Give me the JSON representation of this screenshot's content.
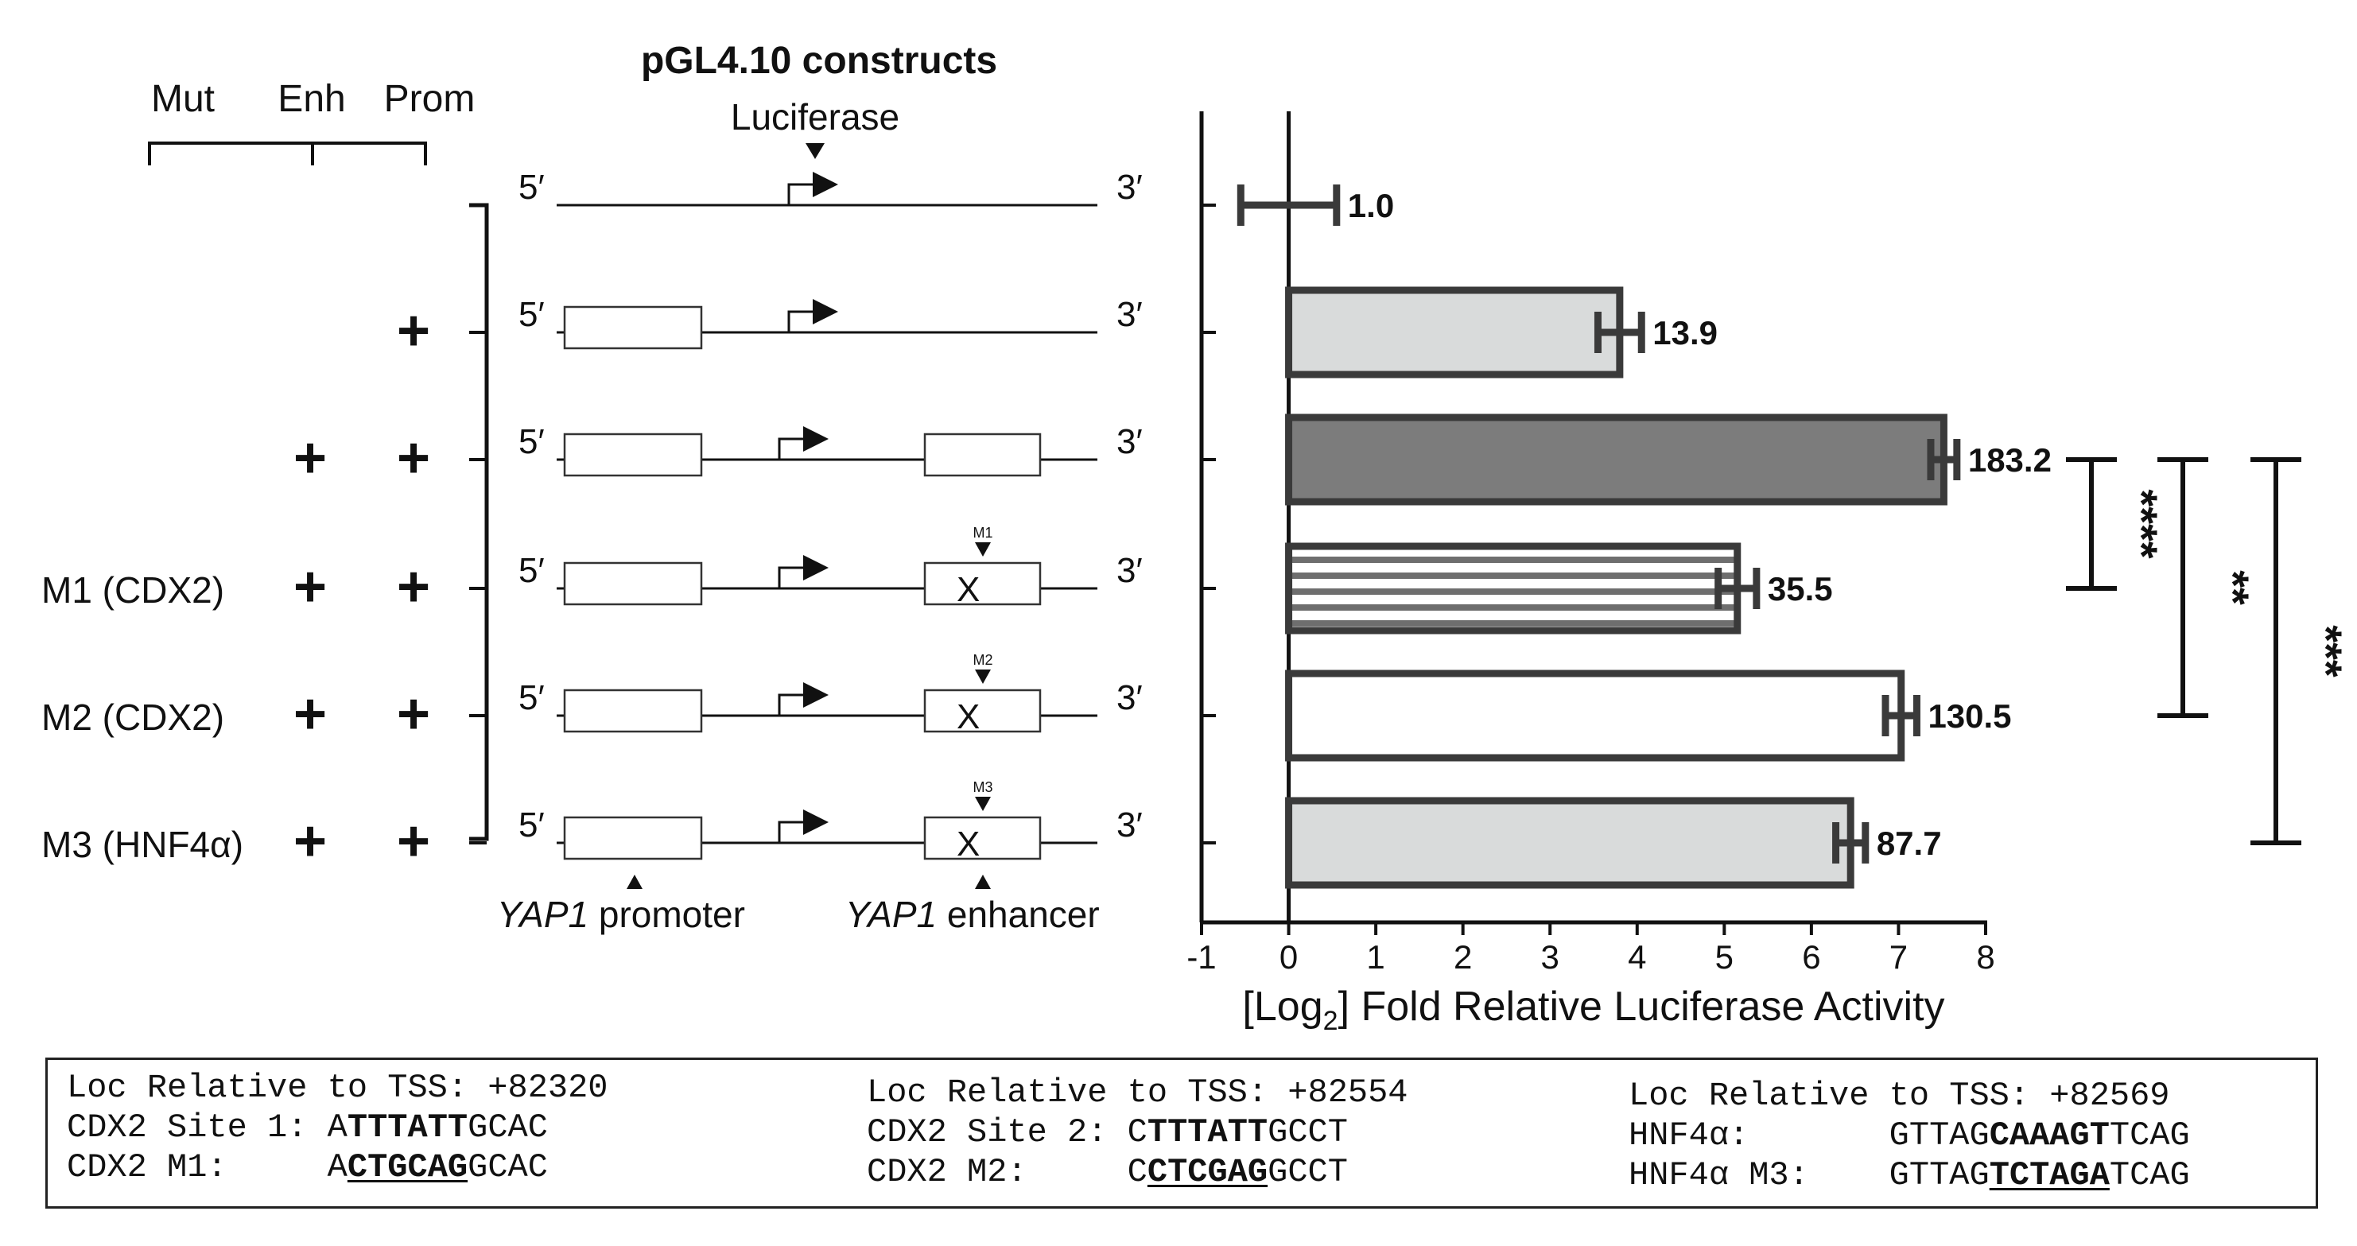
{
  "panel": {
    "constructs_title": "pGL4.10 constructs",
    "luciferase_label": "Luciferase",
    "col_headers": [
      "Mut",
      "Enh",
      "Prom"
    ],
    "five_prime": "5′",
    "three_prime": "3′",
    "promoter_label_italic": "YAP1",
    "promoter_label_rest": " promoter",
    "enhancer_label_italic": "YAP1",
    "enhancer_label_rest": " enhancer",
    "mutation_mark": "X",
    "rows": [
      {
        "mut": "",
        "enh": "",
        "prom": "",
        "promoter": false,
        "enhancer": false,
        "site": ""
      },
      {
        "mut": "",
        "enh": "",
        "prom": "+",
        "promoter": true,
        "enhancer": false,
        "site": ""
      },
      {
        "mut": "",
        "enh": "+",
        "prom": "+",
        "promoter": true,
        "enhancer": true,
        "site": ""
      },
      {
        "mut": "M1 (CDX2)",
        "enh": "+",
        "prom": "+",
        "promoter": true,
        "enhancer": true,
        "site": "M1"
      },
      {
        "mut": "M2 (CDX2)",
        "enh": "+",
        "prom": "+",
        "promoter": true,
        "enhancer": true,
        "site": "M2"
      },
      {
        "mut": "M3 (HNF4α)",
        "enh": "+",
        "prom": "+",
        "promoter": true,
        "enhancer": true,
        "site": "M3"
      }
    ]
  },
  "chart_data": {
    "type": "bar",
    "orientation": "horizontal",
    "xlabel_prefix": "[Log",
    "xlabel_sub": "2",
    "xlabel_suffix": "] Fold Relative Luciferase Activity",
    "xlim": [
      -1,
      8
    ],
    "xticks": [
      -1,
      0,
      1,
      2,
      3,
      4,
      5,
      6,
      7,
      8
    ],
    "bars": [
      {
        "log2": 0.0,
        "err": 0.55,
        "label": "1.0",
        "fill": "none",
        "pattern": "none"
      },
      {
        "log2": 3.8,
        "err": 0.25,
        "label": "13.9",
        "fill": "#d9dbdb",
        "pattern": "none"
      },
      {
        "log2": 7.52,
        "err": 0.15,
        "label": "183.2",
        "fill": "#7c7c7c",
        "pattern": "none"
      },
      {
        "log2": 5.15,
        "err": 0.22,
        "label": "35.5",
        "fill": "#ffffff",
        "pattern": "hstripes"
      },
      {
        "log2": 7.03,
        "err": 0.18,
        "label": "130.5",
        "fill": "#ffffff",
        "pattern": "none"
      },
      {
        "log2": 6.45,
        "err": 0.17,
        "label": "87.7",
        "fill": "#d9dbdb",
        "pattern": "none"
      }
    ],
    "significance": [
      {
        "from": 2,
        "to": 3,
        "label": "****"
      },
      {
        "from": 2,
        "to": 4,
        "label": "**"
      },
      {
        "from": 2,
        "to": 5,
        "label": "***"
      }
    ],
    "colors": {
      "bar_edge": "#3a3a3a",
      "axis": "#111111"
    }
  },
  "sequences": [
    {
      "lines": [
        {
          "parts": [
            {
              "t": "Loc Relative to TSS: +82320",
              "s": ""
            }
          ]
        },
        {
          "parts": [
            {
              "t": "CDX2 Site 1: ",
              "s": ""
            },
            {
              "t": "A",
              "s": ""
            },
            {
              "t": "TTTATT",
              "s": "b"
            },
            {
              "t": "GCAC",
              "s": ""
            }
          ]
        },
        {
          "parts": [
            {
              "t": "CDX2 M1:     ",
              "s": ""
            },
            {
              "t": "A",
              "s": ""
            },
            {
              "t": "CTGCAG",
              "s": "u"
            },
            {
              "t": "GCAC",
              "s": ""
            }
          ]
        }
      ]
    },
    {
      "lines": [
        {
          "parts": [
            {
              "t": "Loc Relative to TSS: +82554",
              "s": ""
            }
          ]
        },
        {
          "parts": [
            {
              "t": "CDX2 Site 2: ",
              "s": ""
            },
            {
              "t": "C",
              "s": ""
            },
            {
              "t": "TTTATT",
              "s": "b"
            },
            {
              "t": "GCCT",
              "s": ""
            }
          ]
        },
        {
          "parts": [
            {
              "t": "CDX2 M2:     ",
              "s": ""
            },
            {
              "t": "C",
              "s": ""
            },
            {
              "t": "CTCGAG",
              "s": "u"
            },
            {
              "t": "GCCT",
              "s": ""
            }
          ]
        }
      ]
    },
    {
      "lines": [
        {
          "parts": [
            {
              "t": "Loc Relative to TSS: +82569",
              "s": ""
            }
          ]
        },
        {
          "parts": [
            {
              "t": "HNF4α:       ",
              "s": ""
            },
            {
              "t": "GTTAG",
              "s": ""
            },
            {
              "t": "CAAAGT",
              "s": "b"
            },
            {
              "t": "TCAG",
              "s": ""
            }
          ]
        },
        {
          "parts": [
            {
              "t": "HNF4α M3:    ",
              "s": ""
            },
            {
              "t": "GTTAG",
              "s": ""
            },
            {
              "t": "TCTAGA",
              "s": "u"
            },
            {
              "t": "TCAG",
              "s": ""
            }
          ]
        }
      ]
    }
  ]
}
